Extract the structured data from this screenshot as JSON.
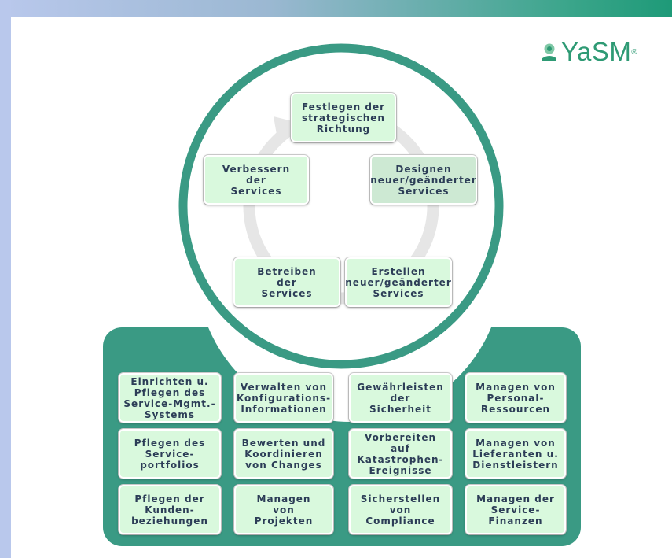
{
  "logo": {
    "text": "YaSM",
    "reg": "®"
  },
  "cycle": {
    "steps": [
      "Festlegen der\nstrategischen\nRichtung",
      "Designen\nneuer/geänderter\nServices",
      "Erstellen\nneuer/geänderter\nServices",
      "Betreiben\nder\nServices",
      "Verbessern\nder\nServices"
    ]
  },
  "support": {
    "rows": [
      [
        "Einrichten u.\nPflegen des\nService-Mgmt.-\nSystems",
        "Verwalten von\nKonfigurations-\nInformationen",
        "Gewährleisten\nder\nSicherheit",
        "Managen von\nPersonal-\nRessourcen"
      ],
      [
        "Pflegen des\nService-\nportfolios",
        "Bewerten und\nKoordinieren\nvon Changes",
        "Vorbereiten auf\nKatastrophen-\nEreignisse",
        "Managen von\nLieferanten u.\nDienstleistern"
      ],
      [
        "Pflegen der\nKunden-\nbeziehungen",
        "Managen\nvon\nProjekten",
        "Sicherstellen\nvon\nCompliance",
        "Managen der\nService-\nFinanzen"
      ]
    ]
  },
  "colors": {
    "teal": "#3a9a84",
    "box_fill": "#d9f9dd",
    "box_text": "#2c3d57",
    "cycle_arrow": "#e6e6e6"
  }
}
